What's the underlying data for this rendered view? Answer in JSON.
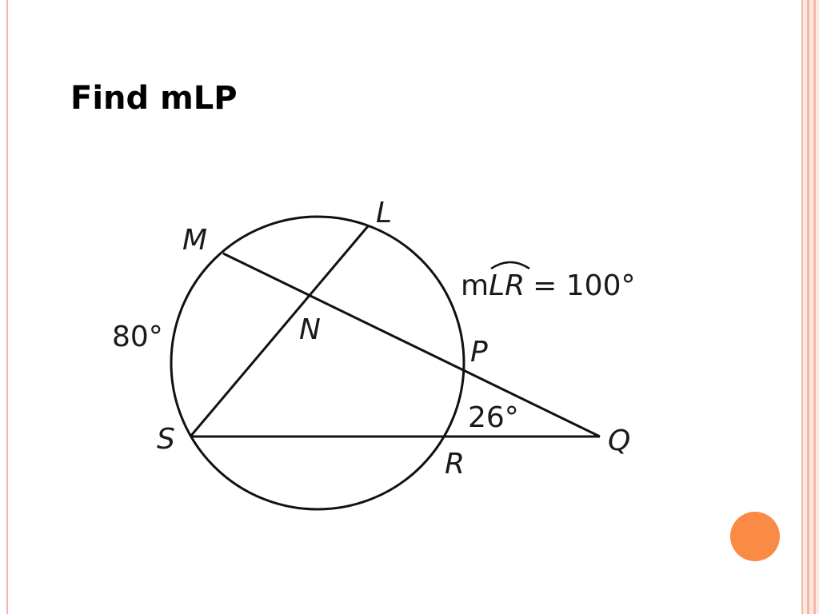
{
  "slide": {
    "title": "Find mLP"
  },
  "diagram": {
    "points": {
      "M": "M",
      "L": "L",
      "N": "N",
      "P": "P",
      "S": "S",
      "R": "R",
      "Q": "Q"
    },
    "arc_label": {
      "prefix": "m",
      "arc": "LR",
      "equals": "= 100°"
    },
    "arc_ms_measure": "80°",
    "angle_q_measure": "26°"
  },
  "colors": {
    "accent_dot": "#f98b45",
    "border": "#f4b9a5",
    "stripe_light": "#fde9e2"
  },
  "icons": {
    "accent_dot": "orange-circle"
  }
}
